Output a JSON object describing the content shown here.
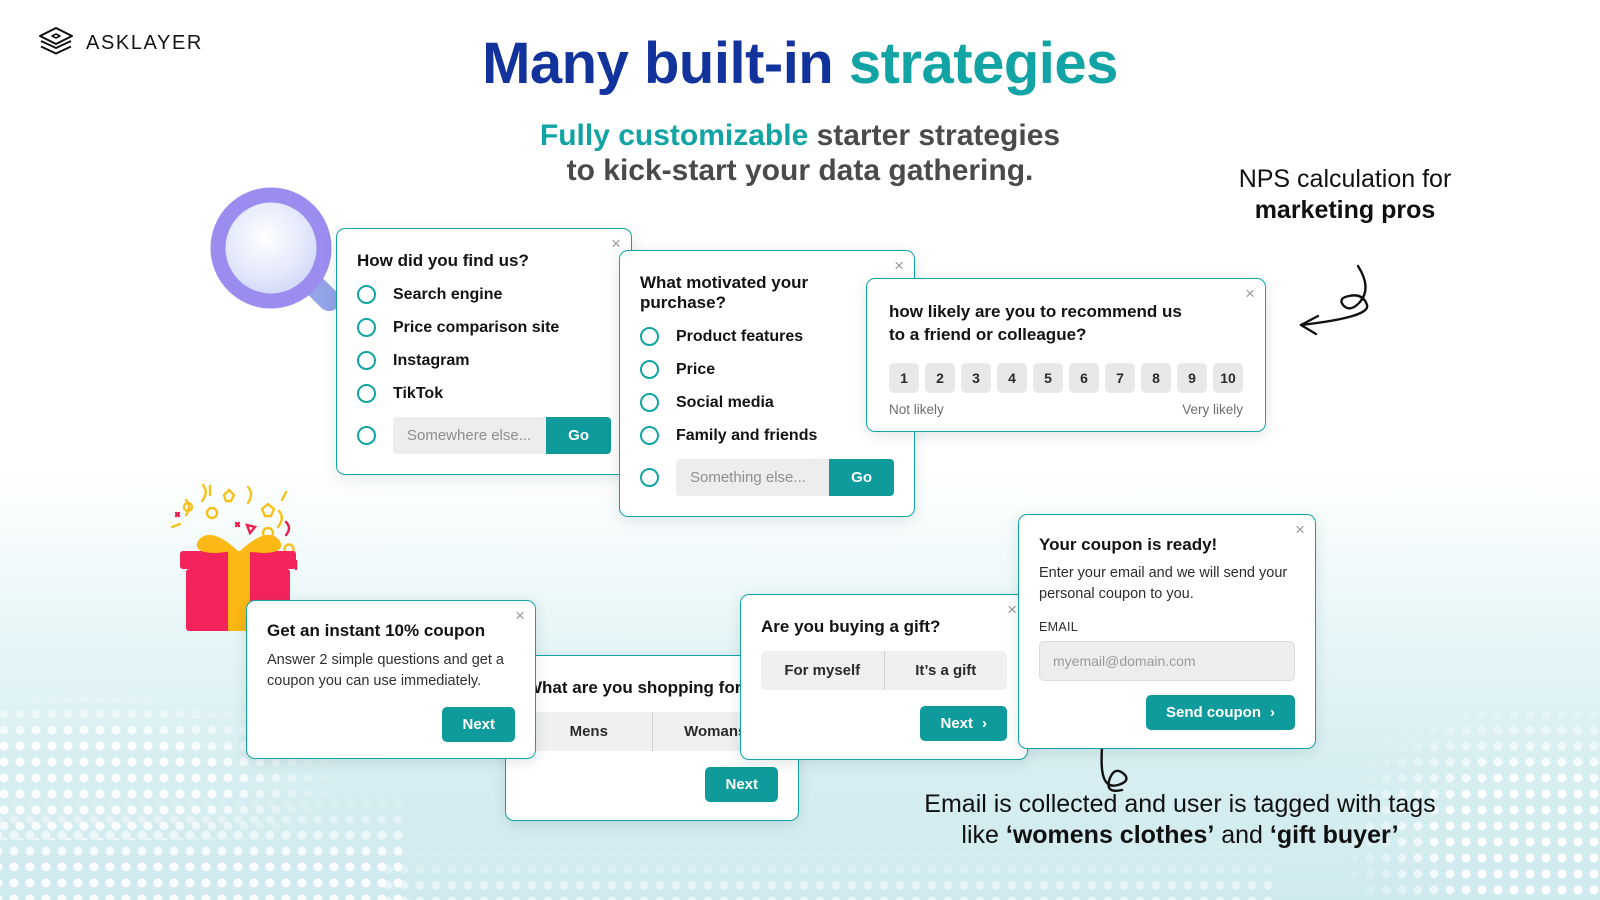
{
  "brand": {
    "name": "ASKLAYER",
    "logo_icon": "stacked-layers-icon",
    "teal": "#12a4a4",
    "navy": "#11339b",
    "button_teal": "#0f9b9b"
  },
  "headline": {
    "part1": "Many built-in ",
    "part2": "strategies"
  },
  "subhead": {
    "line1_teal": "Fully customizable ",
    "line1_rest": "starter strategies",
    "line2": "to kick-start your data gathering."
  },
  "callouts": {
    "nps": {
      "line1": "NPS calculation for",
      "line2": "marketing pros"
    },
    "tags": {
      "line1": "Email is collected and user is tagged with tags",
      "line2_pre": "like ",
      "line2_tag1": "‘womens clothes’",
      "line2_mid": " and ",
      "line2_tag2": "‘gift buyer’"
    }
  },
  "cards": {
    "how_found": {
      "title": "How did you find us?",
      "close": "×",
      "options": [
        "Search engine",
        "Price comparison site",
        "Instagram",
        "TikTok"
      ],
      "other_placeholder": "Somewhere else...",
      "go_label": "Go"
    },
    "motivation": {
      "title": "What motivated your purchase?",
      "close": "×",
      "options": [
        "Product features",
        "Price",
        "Social media",
        "Family and friends"
      ],
      "other_placeholder": "Something else...",
      "go_label": "Go"
    },
    "nps": {
      "title_line1": "how likely are you to recommend us",
      "title_line2": "to a friend or colleague?",
      "close": "×",
      "scale": [
        "1",
        "2",
        "3",
        "4",
        "5",
        "6",
        "7",
        "8",
        "9",
        "10"
      ],
      "low_label": "Not  likely",
      "high_label": "Very likely"
    },
    "coupon_intro": {
      "title": "Get an instant 10% coupon",
      "close": "×",
      "body": "Answer 2 simple questions and get a coupon you can use immediately.",
      "next_label": "Next"
    },
    "shopping": {
      "title": "What are you shopping for?",
      "options": [
        "Mens",
        "Womans"
      ],
      "next_label": "Next"
    },
    "gift": {
      "title": "Are you buying a gift?",
      "close": "×",
      "options": [
        "For myself",
        "It’s a gift"
      ],
      "next_label": "Next",
      "next_chevron": "›"
    },
    "email": {
      "title": "Your coupon is ready!",
      "close": "×",
      "body": "Enter your email and we will send your personal coupon to you.",
      "field_label": "EMAIL",
      "placeholder": "myemail@domain.com",
      "send_label": "Send coupon",
      "send_chevron": "›"
    }
  },
  "decor": {
    "magnifier": "magnifying-glass-illustration",
    "giftbox": "gift-box-illustration"
  }
}
